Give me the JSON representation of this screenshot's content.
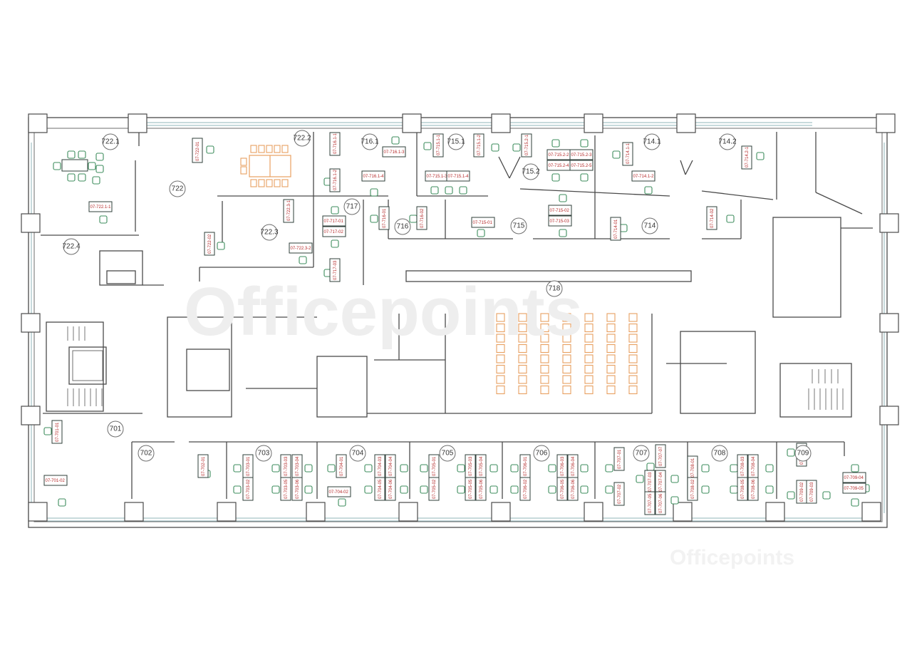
{
  "watermark": "Officepoints",
  "watermark_secondary": "Officepoints",
  "rooms": [
    {
      "label": "722.1"
    },
    {
      "label": "722.2"
    },
    {
      "label": "722"
    },
    {
      "label": "722.3"
    },
    {
      "label": "722.4"
    },
    {
      "label": "716.1"
    },
    {
      "label": "715.1"
    },
    {
      "label": "715.2"
    },
    {
      "label": "714.1"
    },
    {
      "label": "714.2"
    },
    {
      "label": "717"
    },
    {
      "label": "716"
    },
    {
      "label": "715"
    },
    {
      "label": "714"
    },
    {
      "label": "718"
    },
    {
      "label": "701"
    },
    {
      "label": "702"
    },
    {
      "label": "703"
    },
    {
      "label": "704"
    },
    {
      "label": "705"
    },
    {
      "label": "706"
    },
    {
      "label": "707"
    },
    {
      "label": "708"
    },
    {
      "label": "709"
    }
  ],
  "desks": [
    {
      "label": "07-722-01"
    },
    {
      "label": "07-722.1-1"
    },
    {
      "label": "07-722.3-1"
    },
    {
      "label": "07-722-02"
    },
    {
      "label": "07-722.3-2"
    },
    {
      "label": "07-716.1-1"
    },
    {
      "label": "07-716.1-2"
    },
    {
      "label": "07-716.1-3"
    },
    {
      "label": "07-716.1-4"
    },
    {
      "label": "07-715.1-1"
    },
    {
      "label": "07-715.1-2"
    },
    {
      "label": "07-715.1-3"
    },
    {
      "label": "07-715.1-4"
    },
    {
      "label": "07-715.2-1"
    },
    {
      "label": "07-715.2-2"
    },
    {
      "label": "07-715.2-3"
    },
    {
      "label": "07-715.2-4"
    },
    {
      "label": "07-715.2-5"
    },
    {
      "label": "07-714.1-1"
    },
    {
      "label": "07-714.1-2"
    },
    {
      "label": "07-714.2-1"
    },
    {
      "label": "07-717-01"
    },
    {
      "label": "07-717-02"
    },
    {
      "label": "07-717-03"
    },
    {
      "label": "07-716-01"
    },
    {
      "label": "07-716-02"
    },
    {
      "label": "07-715-01"
    },
    {
      "label": "07-715-02"
    },
    {
      "label": "07-715-03"
    },
    {
      "label": "07-714-01"
    },
    {
      "label": "07-714-02"
    },
    {
      "label": "07-701-01"
    },
    {
      "label": "07-701-02"
    },
    {
      "label": "07-702-01"
    },
    {
      "label": "07-703-01"
    },
    {
      "label": "07-703-02"
    },
    {
      "label": "07-703-03"
    },
    {
      "label": "07-703-04"
    },
    {
      "label": "07-703-05"
    },
    {
      "label": "07-703-06"
    },
    {
      "label": "07-704-01"
    },
    {
      "label": "07-704-02"
    },
    {
      "label": "07-704-03"
    },
    {
      "label": "07-704-04"
    },
    {
      "label": "07-704-05"
    },
    {
      "label": "07-704-06"
    },
    {
      "label": "07-705-01"
    },
    {
      "label": "07-705-02"
    },
    {
      "label": "07-705-03"
    },
    {
      "label": "07-705-04"
    },
    {
      "label": "07-705-05"
    },
    {
      "label": "07-705-06"
    },
    {
      "label": "07-706-01"
    },
    {
      "label": "07-706-02"
    },
    {
      "label": "07-706-03"
    },
    {
      "label": "07-706-04"
    },
    {
      "label": "07-706-05"
    },
    {
      "label": "07-706-06"
    },
    {
      "label": "07-707-01"
    },
    {
      "label": "07-707-02"
    },
    {
      "label": "07-707-03"
    },
    {
      "label": "07-707-04"
    },
    {
      "label": "07-707-05"
    },
    {
      "label": "07-707-06"
    },
    {
      "label": "07-707-07"
    },
    {
      "label": "07-708-01"
    },
    {
      "label": "07-708-02"
    },
    {
      "label": "07-708-03"
    },
    {
      "label": "07-708-04"
    },
    {
      "label": "07-708-05"
    },
    {
      "label": "07-708-06"
    },
    {
      "label": "07-709-01"
    },
    {
      "label": "07-709-02"
    },
    {
      "label": "07-709-03"
    },
    {
      "label": "07-709-04"
    },
    {
      "label": "07-709-05"
    }
  ]
}
